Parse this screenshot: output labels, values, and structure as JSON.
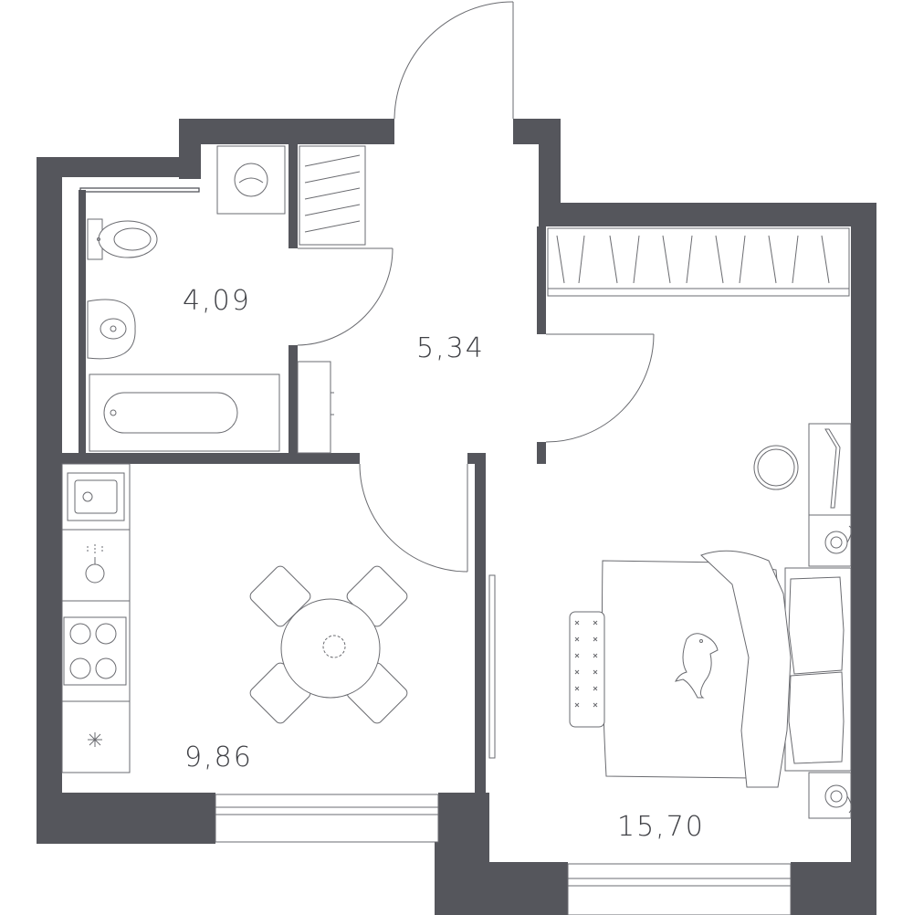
{
  "rooms": [
    {
      "id": "bathroom",
      "area": "4,09"
    },
    {
      "id": "hallway",
      "area": "5,34"
    },
    {
      "id": "kitchen",
      "area": "9,86"
    },
    {
      "id": "bedroom",
      "area": "15,70"
    }
  ],
  "colors": {
    "wall": "#55565c",
    "line": "#6a6b70",
    "text": "#3f4045",
    "background": "#ffffff"
  },
  "icons": [
    "washing-machine-icon",
    "toilet-icon",
    "sink-icon",
    "bathtub-icon",
    "kitchen-sink-icon",
    "faucet-icon",
    "stove-icon",
    "fan-icon",
    "dining-table-icon",
    "bed-icon",
    "lamp-icon",
    "cat-icon",
    "mirror-icon"
  ]
}
